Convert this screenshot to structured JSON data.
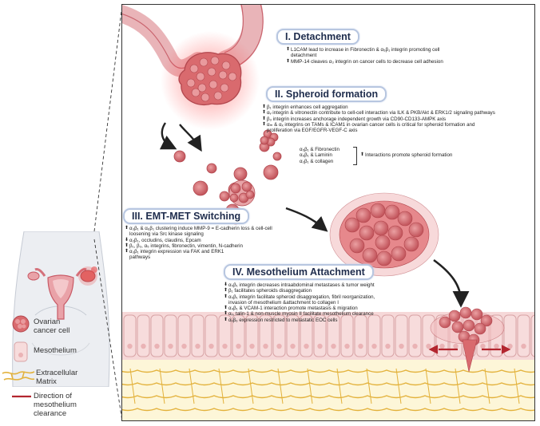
{
  "stages": {
    "detachment": {
      "title": "I. Detachment",
      "bullets": [
        "L1CAM lead to increase in Fibronectin & α₅β₁ integrin promoting cell",
        "detachment",
        "MMP-14  cleaves α₃ integrin on cancer cells to decrease cell adhesion"
      ]
    },
    "spheroid": {
      "title": "II. Spheroid formation",
      "bullets": [
        "β₁ integrin enhances cell aggregation",
        "αᵥ integrin & vitronectin contribute to cell-cell interaction via ILK & PKB/Akt & ERK1/2 signaling pathways",
        "β₃ integrin increases anchorage independent growth via CD90-CD133-AMPK axis",
        "αₘ & αₓ integrins on TAMs & ICAM1 in ovarian cancer cells is critical for spheroid formation and",
        "proliferation via EGF/EGFR-VEGF-C axis"
      ],
      "pairs": [
        "α₅β₁ & Fibronectin",
        "α₆β₁ & Laminin",
        "α₂β₁ & collagen"
      ],
      "pairs_note": "Interactions promote spheroid formation"
    },
    "emt": {
      "title": "III. EMT-MET Switching",
      "bullets": [
        "α₃β₁ & α₆β₁ clustering induce MMP-9 = E-cadherin loss & cell-cell",
        "loosening via Src kinase signaling",
        "α₂β₁, occludins, claudins, Epcam",
        "β₁, β₃, α₅ integrins, fibronectin, vimentin, N-cadherin",
        "α₃β₁ integrin expression via FAK and ERK1",
        "pathways"
      ]
    },
    "mesothelium": {
      "title": "IV. Mesothelium Attachment",
      "bullets": [
        "α₅β₁ integrin decreases intraabdominal metastases & tumor weight",
        "β₁ facilitates spheroids disaggregation",
        "α₅β₁ integrin facilitate spheroid disaggregation, fibril reorganization,",
        "invasion of mesothelium &attachment to collagen I",
        "α₄β₁ & VCAM-1 interaction promote metastasis & migration",
        "αᵥ, talin-1 & non-muscle myosin II facilitate mesothelium clearance",
        "αᵥβ₆ expression restricted to metastatic EOC cells"
      ]
    }
  },
  "legend": {
    "ovarian": "Ovarian cancer cell",
    "mesothelium": "Mesothelium",
    "ecm": "Extracellular Matrix",
    "clearance": "Direction of mesothelium clearance"
  },
  "colors": {
    "cell_fill": "#d9787a",
    "cell_dark": "#b2474e",
    "meso_fill": "#f6d8d8",
    "meso_stroke": "#d8a4a6",
    "ecm_fill": "#fdf6d8",
    "ecm_fiber": "#e3b23c",
    "title_border": "#b7c6e0",
    "arrow_red": "#b3262f"
  }
}
